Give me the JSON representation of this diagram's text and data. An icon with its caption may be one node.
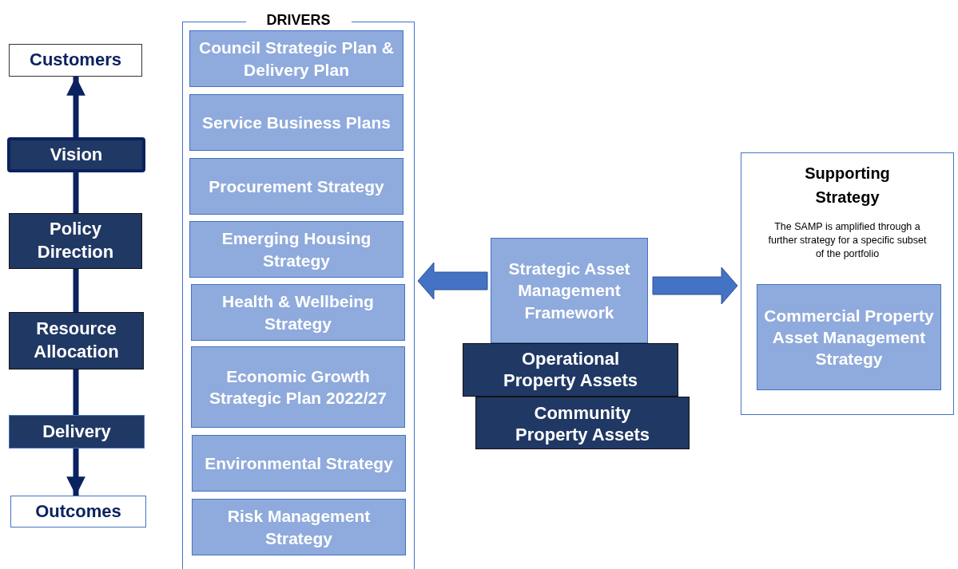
{
  "diagram": {
    "nodes": [
      {
        "text": [
          "Customers"
        ]
      },
      {
        "text": [
          "Vision"
        ]
      },
      {
        "text": [
          "Policy Direction"
        ]
      },
      {
        "text": [
          "Resource Allocation"
        ]
      },
      {
        "text": [
          "Delivery"
        ]
      },
      {
        "text": [
          "Outcomes"
        ]
      },
      {
        "text": [
          "DRIVERS"
        ]
      },
      {
        "text": [
          "Council Strategic Plan & Delivery Plan"
        ],
        "in": 6
      },
      {
        "text": [
          "Service Business Plans"
        ],
        "in": 6
      },
      {
        "text": [
          "Procurement Strategy"
        ],
        "in": 6
      },
      {
        "text": [
          "Emerging Housing Strategy"
        ],
        "in": 6
      },
      {
        "text": [
          "Health & Wellbeing Strategy"
        ],
        "in": 6
      },
      {
        "text": [
          "Economic Growth Strategic Plan 2022/27"
        ],
        "in": 6
      },
      {
        "text": [
          "Environmental Strategy"
        ],
        "in": 6
      },
      {
        "text": [
          "Risk Management Strategy"
        ],
        "in": 6
      },
      {
        "text": [
          "Strategic Asset Management Framework"
        ]
      },
      {
        "text": [
          "Operational Property Assets"
        ]
      },
      {
        "text": [
          "Community Property Assets"
        ]
      },
      {
        "text": [
          "Supporting Strategy",
          "The SAMP is amplified through a further strategy for a specific subset of the portfolio"
        ]
      },
      {
        "text": [
          "Commercial Property Asset Management Strategy"
        ],
        "in": 18
      }
    ],
    "edges": [
      {
        "from": 1,
        "to": 0,
        "arrow": "to"
      },
      {
        "from": 2,
        "to": 1,
        "arrow": "none"
      },
      {
        "from": 3,
        "to": 2,
        "arrow": "none"
      },
      {
        "from": 3,
        "to": 4,
        "arrow": "none"
      },
      {
        "from": 4,
        "to": 5,
        "arrow": "to"
      },
      {
        "from": 15,
        "to": 6,
        "arrow": "to",
        "style": "thick",
        "color": "#4472c4"
      },
      {
        "from": 15,
        "to": 18,
        "arrow": "to",
        "style": "thick",
        "color": "#4472c4"
      }
    ]
  }
}
